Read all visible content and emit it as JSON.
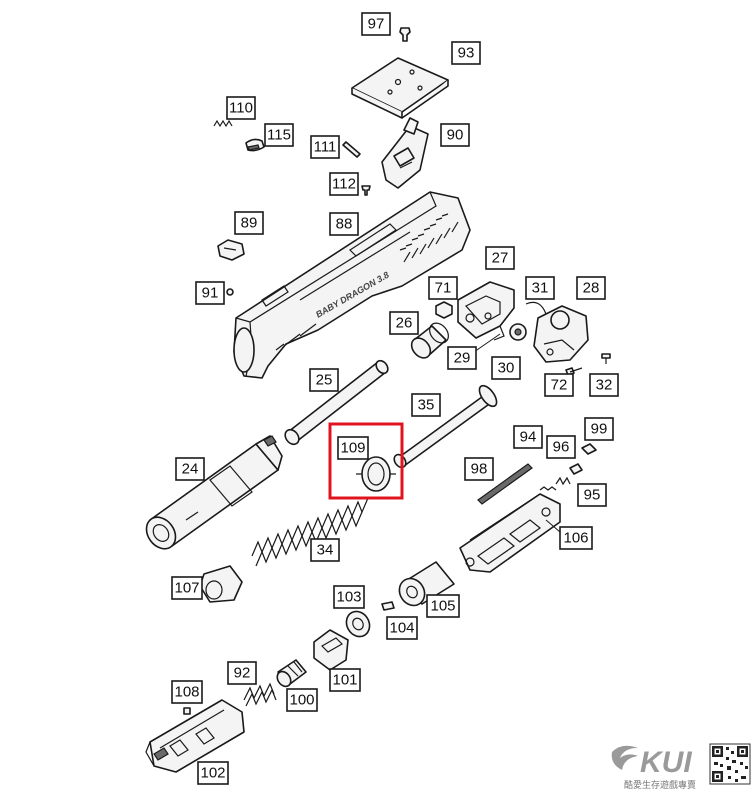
{
  "labels": {
    "p97": "97",
    "p93": "93",
    "p110": "110",
    "p115": "115",
    "p111": "111",
    "p90": "90",
    "p112": "112",
    "p89": "89",
    "p88": "88",
    "p91": "91",
    "p27": "27",
    "p71": "71",
    "p31": "31",
    "p28": "28",
    "p26": "26",
    "p29": "29",
    "p30": "30",
    "p72": "72",
    "p32": "32",
    "p25": "25",
    "p35": "35",
    "p109": "109",
    "p94": "94",
    "p99": "99",
    "p96": "96",
    "p98": "98",
    "p95": "95",
    "p24": "24",
    "p106": "106",
    "p34": "34",
    "p107": "107",
    "p103": "103",
    "p105": "105",
    "p104": "104",
    "p92": "92",
    "p100": "100",
    "p101": "101",
    "p108": "108",
    "p102": "102"
  },
  "slide_engraving": "BABY DRAGON 3.8",
  "highlight_color": "#e0141e",
  "brand": {
    "logo_text": "KUI",
    "slogan": "酷愛生存遊戲專賣"
  }
}
